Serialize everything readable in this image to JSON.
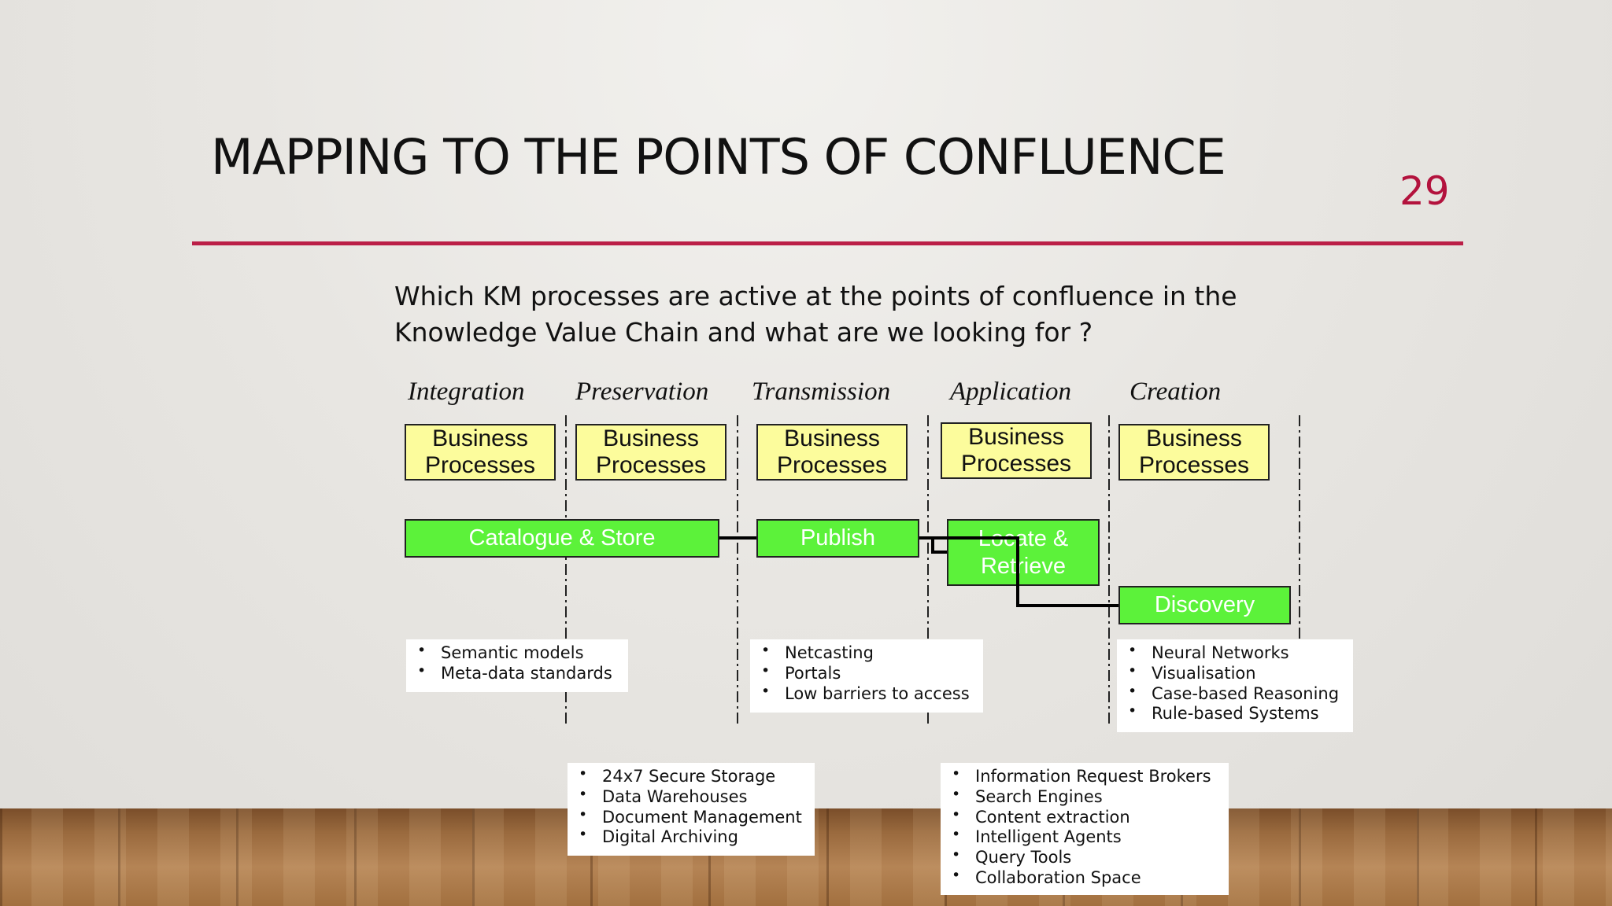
{
  "slide": {
    "title": "MAPPING TO THE POINTS OF CONFLUENCE",
    "page_number": "29",
    "intro_line1": "Which KM processes are active at the points of confluence in the",
    "intro_line2": "Knowledge Value Chain and what are we looking for ?",
    "accent_color": "#bb1f47"
  },
  "phases": [
    "Integration",
    "Preservation",
    "Transmission",
    "Application",
    "Creation"
  ],
  "business_processes": {
    "line1": "Business",
    "line2": "Processes"
  },
  "green_boxes": {
    "catalogue": "Catalogue & Store",
    "publish": "Publish",
    "locate_line1": "Locate &",
    "locate_line2": "Retrieve",
    "discovery": "Discovery",
    "color": "#5cf23a"
  },
  "notes": {
    "integration": [
      "Semantic models",
      "Meta-data standards"
    ],
    "transmission": [
      "Netcasting",
      "Portals",
      "Low barriers to access"
    ],
    "creation": [
      "Neural Networks",
      "Visualisation",
      "Case-based Reasoning",
      "Rule-based Systems"
    ],
    "preservation": [
      "24x7 Secure Storage",
      "Data Warehouses",
      "Document Management",
      "Digital Archiving"
    ],
    "application": [
      "Information Request Brokers",
      "Search Engines",
      "Content extraction",
      "Intelligent Agents",
      "Query Tools",
      "Collaboration Space"
    ]
  }
}
